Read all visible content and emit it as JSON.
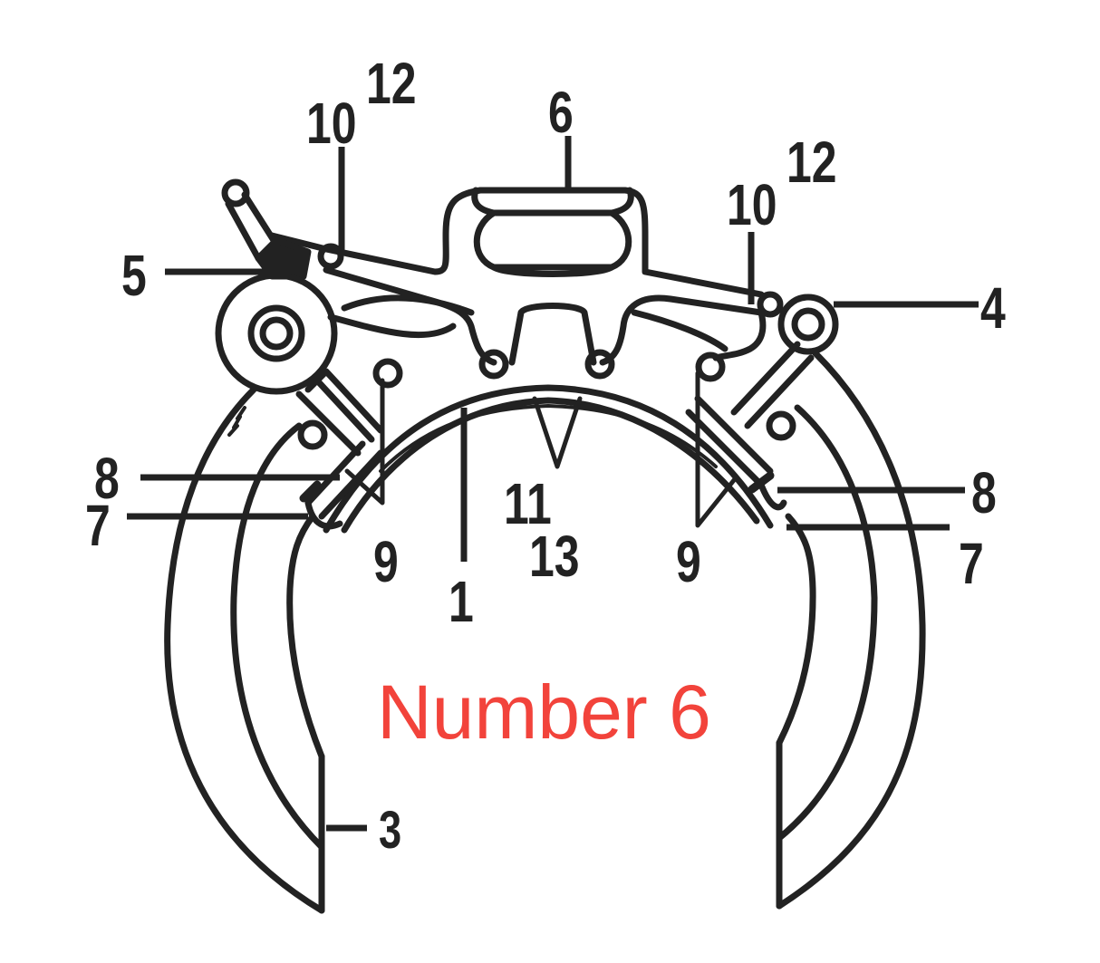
{
  "caption": {
    "text": "Number 6",
    "color": "#f2433b"
  },
  "colors": {
    "stroke": "#222222",
    "background": "#ffffff"
  },
  "labels": {
    "l1": "1",
    "l3": "3",
    "l4": "4",
    "l5": "5",
    "l6": "6",
    "l7_left": "7",
    "l7_right": "7",
    "l8_left": "8",
    "l8_right": "8",
    "l9_left": "9",
    "l9_right": "9",
    "l10_left": "10",
    "l10_right": "10",
    "l11": "11",
    "l12_left": "12",
    "l12_right": "12",
    "l13": "13"
  }
}
